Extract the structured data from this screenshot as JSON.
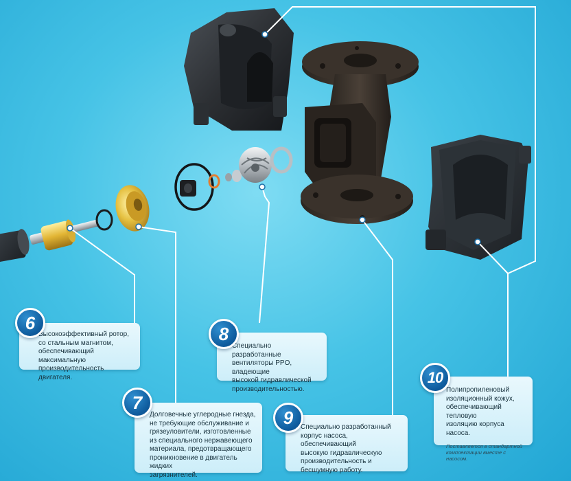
{
  "colors": {
    "background": "#46c3e6",
    "badge": "#0e5a9c",
    "callout_bg": "#e9f8fd",
    "leader_line": "#ffffff",
    "brass": "#d9b235",
    "part_dark": "#2c2f33",
    "ring_orange": "#e37c2f"
  },
  "callouts": [
    {
      "number": "6",
      "text": "Высокоэффективный ротор,\nсо стальным магнитом,\nобеспечивающий максимальную\nпроизводительность двигателя."
    },
    {
      "number": "7",
      "text": "Долговечные углеродные гнезда,\nне требующие обслуживание и\nгрязеуловители, изготовленные\nиз специального нержавеющего\nматериала, предотвращающего\nпроникновение в двигатель жидких\nзагрязнителей."
    },
    {
      "number": "8",
      "text": "Специально разработанные\nвентиляторы PPO, владеющие\nвысокой гидравлической\nпроизводительностью."
    },
    {
      "number": "9",
      "text": "Специально разработанный\nкорпус насоса, обеспечивающий\nвысокую гидравлическую\nпроизводительность и\nбесшумную работу."
    },
    {
      "number": "10",
      "text": "Полипропиленовый\nизоляционный кожух,\nобеспечивающий тепловую\nизоляцию корпуса насоса.",
      "note": "Поставляется в стандартной\nкомплектации вместе с насосом."
    }
  ]
}
